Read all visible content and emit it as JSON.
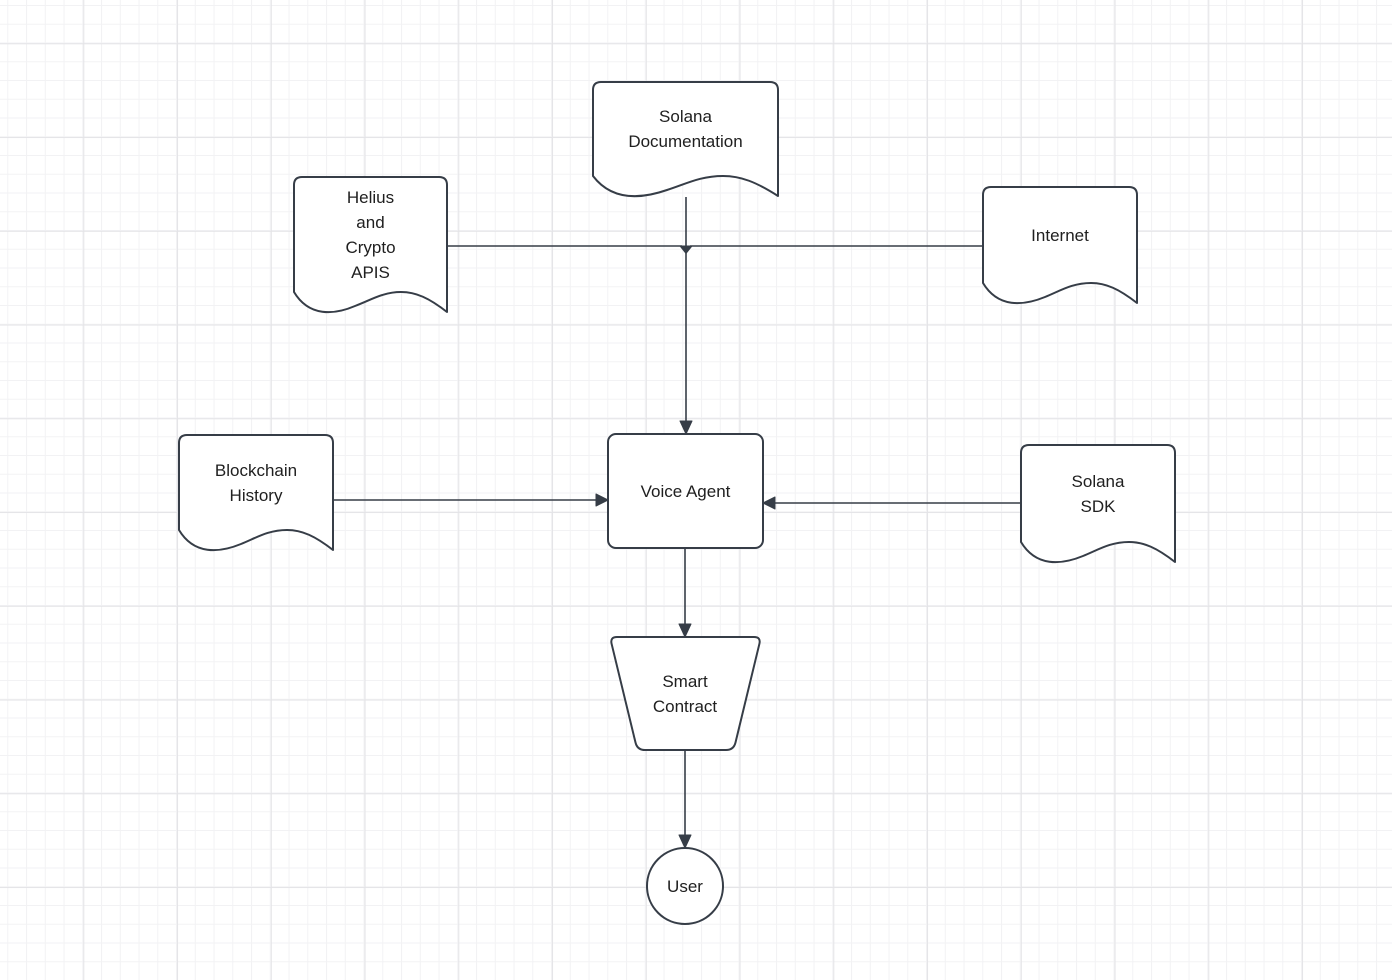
{
  "nodes": {
    "solana_documentation": {
      "label": "Solana\nDocumentation",
      "shape": "document"
    },
    "helius_crypto_apis": {
      "label": "Helius\nand\nCrypto\nAPIS",
      "shape": "document"
    },
    "internet": {
      "label": "Internet",
      "shape": "document"
    },
    "blockchain_history": {
      "label": "Blockchain\nHistory",
      "shape": "document"
    },
    "voice_agent": {
      "label": "Voice Agent",
      "shape": "rounded-rectangle"
    },
    "solana_sdk": {
      "label": "Solana\nSDK",
      "shape": "document"
    },
    "smart_contract": {
      "label": "Smart\nContract",
      "shape": "trapezoid"
    },
    "user": {
      "label": "User",
      "shape": "circle"
    }
  },
  "edges": [
    {
      "from": "Solana Documentation",
      "to": "Voice Agent",
      "arrowhead": true
    },
    {
      "from": "Helius and Crypto APIS",
      "to": "Voice Agent",
      "via": "center-trunk-junction",
      "arrowhead": false
    },
    {
      "from": "Internet",
      "to": "Voice Agent",
      "via": "center-trunk-junction",
      "arrowhead": false
    },
    {
      "from": "Blockchain History",
      "to": "Voice Agent",
      "arrowhead": true
    },
    {
      "from": "Solana SDK",
      "to": "Voice Agent",
      "arrowhead": true
    },
    {
      "from": "Voice Agent",
      "to": "Smart Contract",
      "arrowhead": true
    },
    {
      "from": "Smart Contract",
      "to": "User",
      "arrowhead": true
    }
  ],
  "colors": {
    "shape_stroke": "#363d47",
    "shape_fill": "#ffffff",
    "label_text": "#202020",
    "canvas_background": "#ffffff",
    "grid_minor": "#f2f2f4",
    "grid_major": "#e4e4e7"
  }
}
